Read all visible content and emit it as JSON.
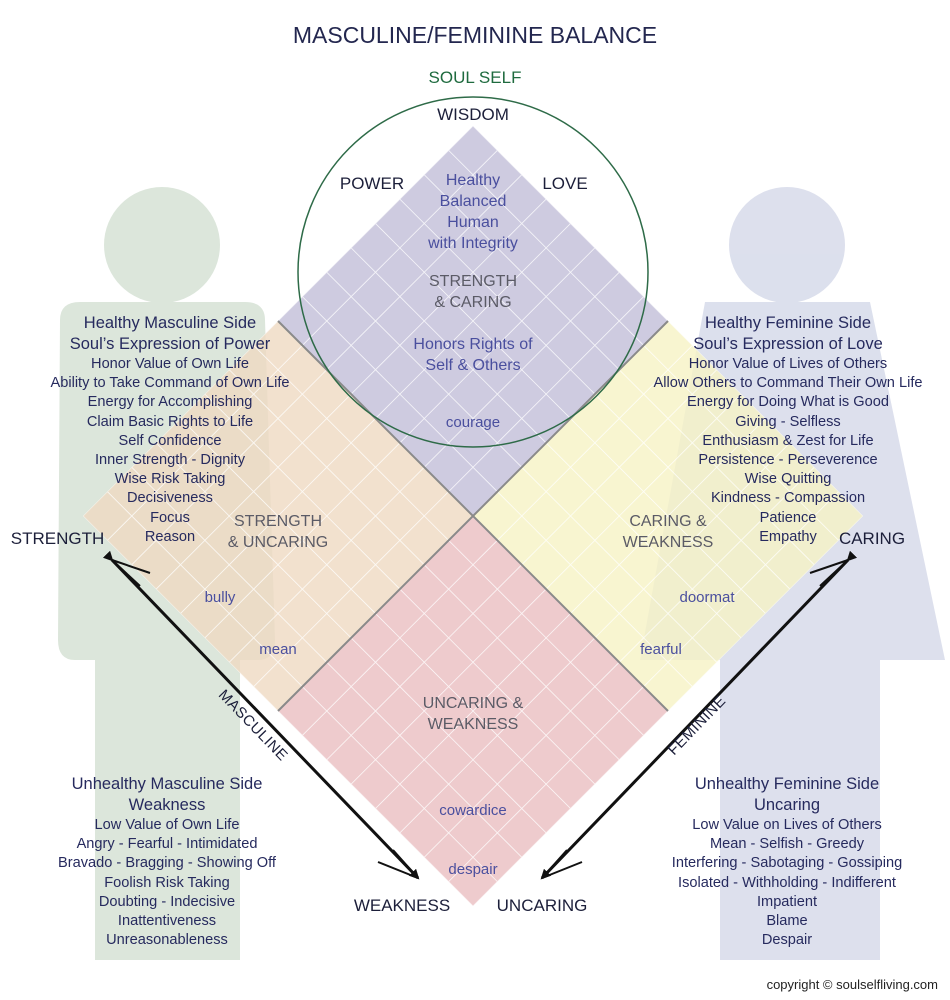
{
  "title": "MASCULINE/FEMININE BALANCE",
  "soul_self": "SOUL SELF",
  "compass": {
    "top": "WISDOM",
    "left": "STRENGTH",
    "right": "CARING",
    "bottom_left": "WEAKNESS",
    "bottom_right": "UNCARING",
    "power": "POWER",
    "love": "LOVE"
  },
  "top_quadrant": {
    "lines": [
      "Healthy",
      "Balanced",
      "Human",
      "with Integrity"
    ],
    "heading": [
      "STRENGTH",
      "& CARING"
    ],
    "honors": [
      "Honors Rights of",
      "Self & Others"
    ],
    "courage": "courage"
  },
  "left_quadrant": {
    "heading": [
      "STRENGTH",
      "& UNCARING"
    ],
    "bully": "bully",
    "mean": "mean"
  },
  "right_quadrant": {
    "heading": [
      "CARING &",
      "WEAKNESS"
    ],
    "doormat": "doormat",
    "fearful": "fearful"
  },
  "bottom_quadrant": {
    "heading": [
      "UNCARING &",
      "WEAKNESS"
    ],
    "cowardice": "cowardice",
    "despair": "despair"
  },
  "healthy_masculine": {
    "title": "Healthy Masculine Side",
    "subtitle": "Soul’s Expression of Power",
    "items": [
      "Honor Value of Own Life",
      "Ability to Take Command of Own Life",
      "Energy for Accomplishing",
      "Claim Basic Rights to Life",
      "Self Confidence",
      "Inner Strength - Dignity",
      "Wise Risk Taking",
      "Decisiveness",
      "Focus",
      "Reason"
    ]
  },
  "healthy_feminine": {
    "title": "Healthy Feminine Side",
    "subtitle": "Soul’s Expression of Love",
    "items": [
      "Honor Value of Lives of Others",
      "Allow Others to Command Their Own Life",
      "Energy for Doing What is Good",
      "Giving - Selfless",
      "Enthusiasm & Zest for Life",
      "Persistence - Perseverence",
      "Wise Quitting",
      "Kindness - Compassion",
      "Patience",
      "Empathy"
    ]
  },
  "unhealthy_masculine": {
    "title": "Unhealthy Masculine  Side",
    "subtitle": "Weakness",
    "items": [
      "Low Value of Own Life",
      "Angry - Fearful - Intimidated",
      "Bravado - Bragging - Showing Off",
      "Foolish Risk Taking",
      "Doubting - Indecisive",
      "Inattentiveness",
      "Unreasonableness"
    ]
  },
  "unhealthy_feminine": {
    "title": "Unhealthy Feminine Side",
    "subtitle": "Uncaring",
    "items": [
      "Low Value on Lives of Others",
      "Mean - Selfish - Greedy",
      "Interfering - Sabotaging - Gossiping",
      "Isolated - Withholding - Indifferent",
      "Impatient",
      "Blame",
      "Despair"
    ]
  },
  "axis_masculine": "MASCULINE",
  "axis_feminine": "FEMININE",
  "copyright": "copyright © soulselfliving.com",
  "colors": {
    "top_quadrant": "#c9c5dd",
    "left_quadrant": "#efd9c2",
    "right_quadrant": "#f6f3c4",
    "bottom_quadrant": "#ecc5c8",
    "male_figure": "#d6e2d5",
    "female_figure": "#d7dbea",
    "circle": "#2e6b48",
    "text_blue": "#262a5e"
  }
}
